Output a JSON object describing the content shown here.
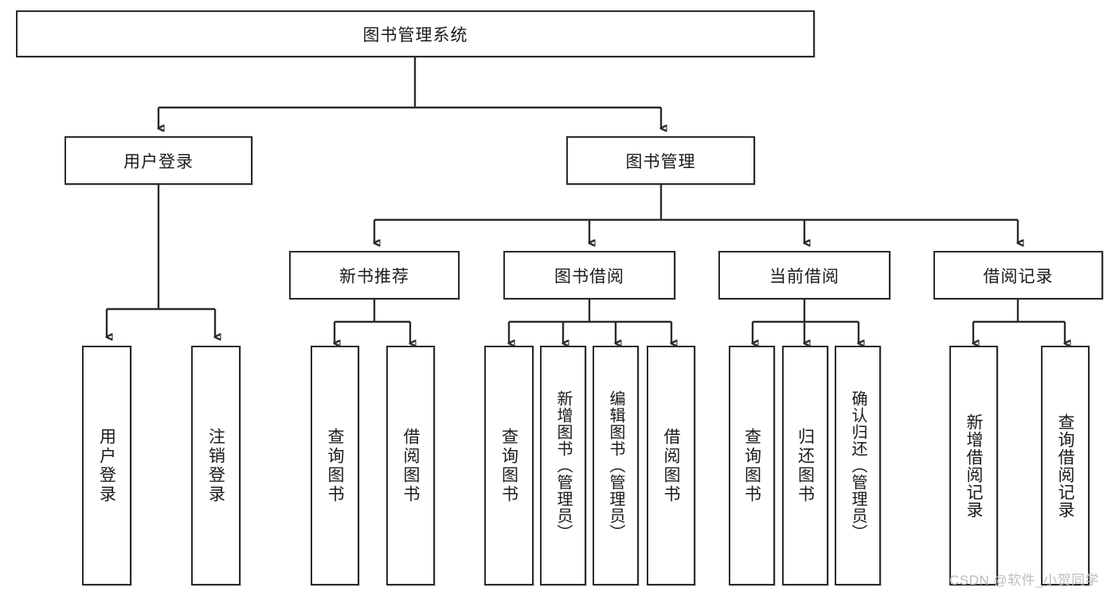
{
  "diagram": {
    "type": "tree",
    "title": "图书管理系统",
    "watermark": "CSDN @软件_小贺同学",
    "colors": {
      "box_border": "#2b2b2b",
      "box_fill": "#ffffff",
      "connector": "#2b2b2b",
      "text": "#1a1a1a",
      "watermark": "#bdbdbd"
    },
    "levels": {
      "root": {
        "label": "图书管理系统"
      },
      "level2": [
        {
          "label": "用户登录"
        },
        {
          "label": "图书管理"
        }
      ],
      "level3": [
        {
          "label": "新书推荐"
        },
        {
          "label": "图书借阅"
        },
        {
          "label": "当前借阅"
        },
        {
          "label": "借阅记录"
        }
      ],
      "leaves": {
        "user_login": [
          {
            "label": "用户登录"
          },
          {
            "label": "注销登录"
          }
        ],
        "new_book": [
          {
            "label": "查询图书"
          },
          {
            "label": "借阅图书"
          }
        ],
        "book_borrow": [
          {
            "label": "查询图书"
          },
          {
            "label": "新增图书（管理员）"
          },
          {
            "label": "编辑图书（管理员）"
          },
          {
            "label": "借阅图书"
          }
        ],
        "current_borrow": [
          {
            "label": "查询图书"
          },
          {
            "label": "归还图书"
          },
          {
            "label": "确认归还（管理员）"
          }
        ],
        "borrow_record": [
          {
            "label": "新增借阅记录"
          },
          {
            "label": "查询借阅记录"
          }
        ]
      }
    }
  }
}
